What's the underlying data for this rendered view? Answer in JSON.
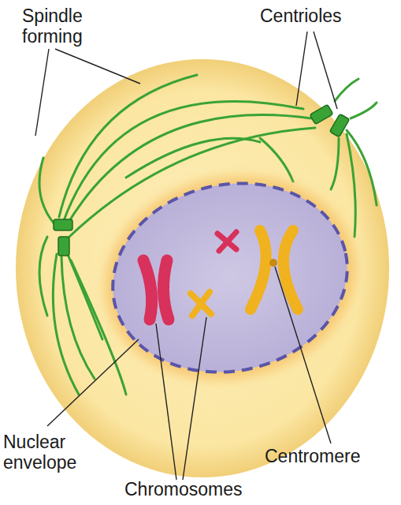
{
  "diagram": {
    "labels": [
      "Spindle forming",
      "Centrioles",
      "Nuclear envelope",
      "Centromere",
      "Chromosomes"
    ]
  }
}
